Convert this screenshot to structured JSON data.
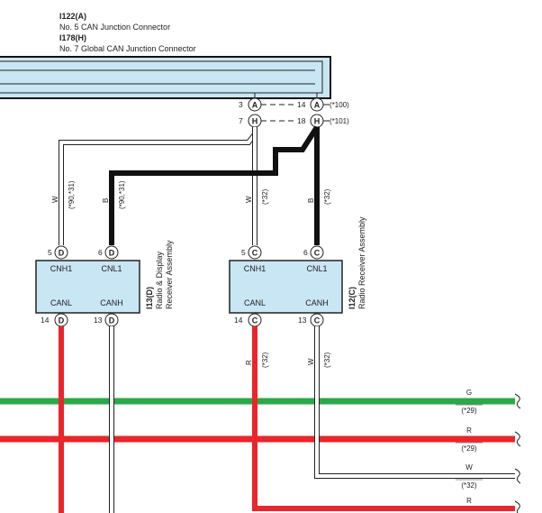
{
  "header": {
    "conn1_id": "I122(A)",
    "conn1_name": "No. 5 CAN Junction Connector",
    "conn2_id": "I178(H)",
    "conn2_name": "No. 7 Global CAN Junction Connector"
  },
  "junction": {
    "pins": [
      {
        "num": "3",
        "letter": "A"
      },
      {
        "num": "7",
        "letter": "H"
      },
      {
        "num": "14",
        "letter": "A",
        "note": "(*100)"
      },
      {
        "num": "18",
        "letter": "H",
        "note": "(*101)"
      }
    ]
  },
  "wires": {
    "w1_color": "W",
    "w1_note": "(*90,*31)",
    "w2_color": "B",
    "w2_note": "(*90,*31)",
    "w3_color": "W",
    "w3_note": "(*32)",
    "w4_color": "B",
    "w4_note": "(*32)",
    "w5_color": "R",
    "w5_note": "(*32)",
    "w6_color": "W",
    "w6_note": "(*32)"
  },
  "module_d": {
    "id": "I13(D)",
    "name_line1": "Radio & Display",
    "name_line2": "Receiver Assembly",
    "labels": {
      "cnh1": "CNH1",
      "cnl1": "CNL1",
      "canl": "CANL",
      "canh": "CANH"
    },
    "top_pins": [
      {
        "num": "5",
        "letter": "D"
      },
      {
        "num": "6",
        "letter": "D"
      }
    ],
    "bottom_pins": [
      {
        "num": "14",
        "letter": "D"
      },
      {
        "num": "13",
        "letter": "D"
      }
    ]
  },
  "module_c": {
    "id": "I12(C)",
    "name_line1": "Radio Receiver Assembly",
    "labels": {
      "cnh1": "CNH1",
      "cnl1": "CNL1",
      "canl": "CANL",
      "canh": "CANH"
    },
    "top_pins": [
      {
        "num": "5",
        "letter": "C"
      },
      {
        "num": "6",
        "letter": "C"
      }
    ],
    "bottom_pins": [
      {
        "num": "14",
        "letter": "C"
      },
      {
        "num": "13",
        "letter": "C"
      }
    ]
  },
  "buses": [
    {
      "color_code": "G",
      "note": "(*29)",
      "hex": "#2aa84a"
    },
    {
      "color_code": "R",
      "note": "(*29)",
      "hex": "#e8262b"
    },
    {
      "color_code": "W",
      "note": "(*32)",
      "hex": "#ffffff"
    },
    {
      "color_code": "R",
      "note": "",
      "hex": "#e8262b"
    }
  ],
  "colors": {
    "connector_fill": "#c9e6f4",
    "black_wire": "#111111",
    "red_wire": "#e8262b",
    "green_wire": "#2aa84a"
  }
}
